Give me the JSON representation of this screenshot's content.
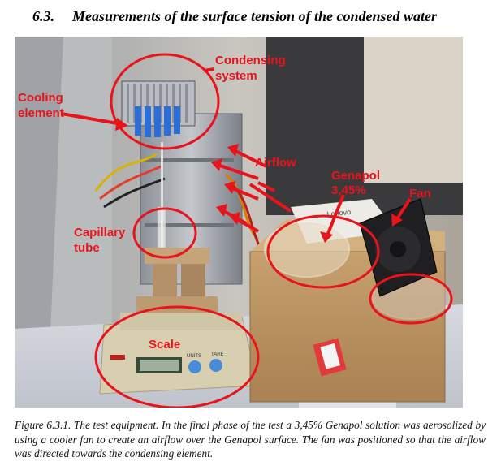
{
  "section": {
    "number": "6.3.",
    "title": "Measurements of the surface tension of the condensed water"
  },
  "figure": {
    "annotations": {
      "condensing_line1": "Condensing",
      "condensing_line2": "system",
      "cooling_line1": "Cooling",
      "cooling_line2": "element",
      "airflow": "Airflow",
      "genapol_line1": "Genapol",
      "genapol_line2": "3,45%",
      "fan": "Fan",
      "capillary_line1": "Capillary",
      "capillary_line2": "tube",
      "scale": "Scale"
    },
    "device_labels": {
      "scale_units": "UNITS",
      "scale_tare": "TARE",
      "box_brand": "Lenovo"
    },
    "caption": "Figure 6.3.1. The test equipment. In the final phase of the test a 3,45% Genapol solution was aerosolized by using a cooler fan to create an airflow over the Genapol surface. The fan was positioned so that the airflow was directed towards the condensing element."
  },
  "colors": {
    "annotation_red": "#e8131b",
    "cardboard": "#b8905e"
  }
}
